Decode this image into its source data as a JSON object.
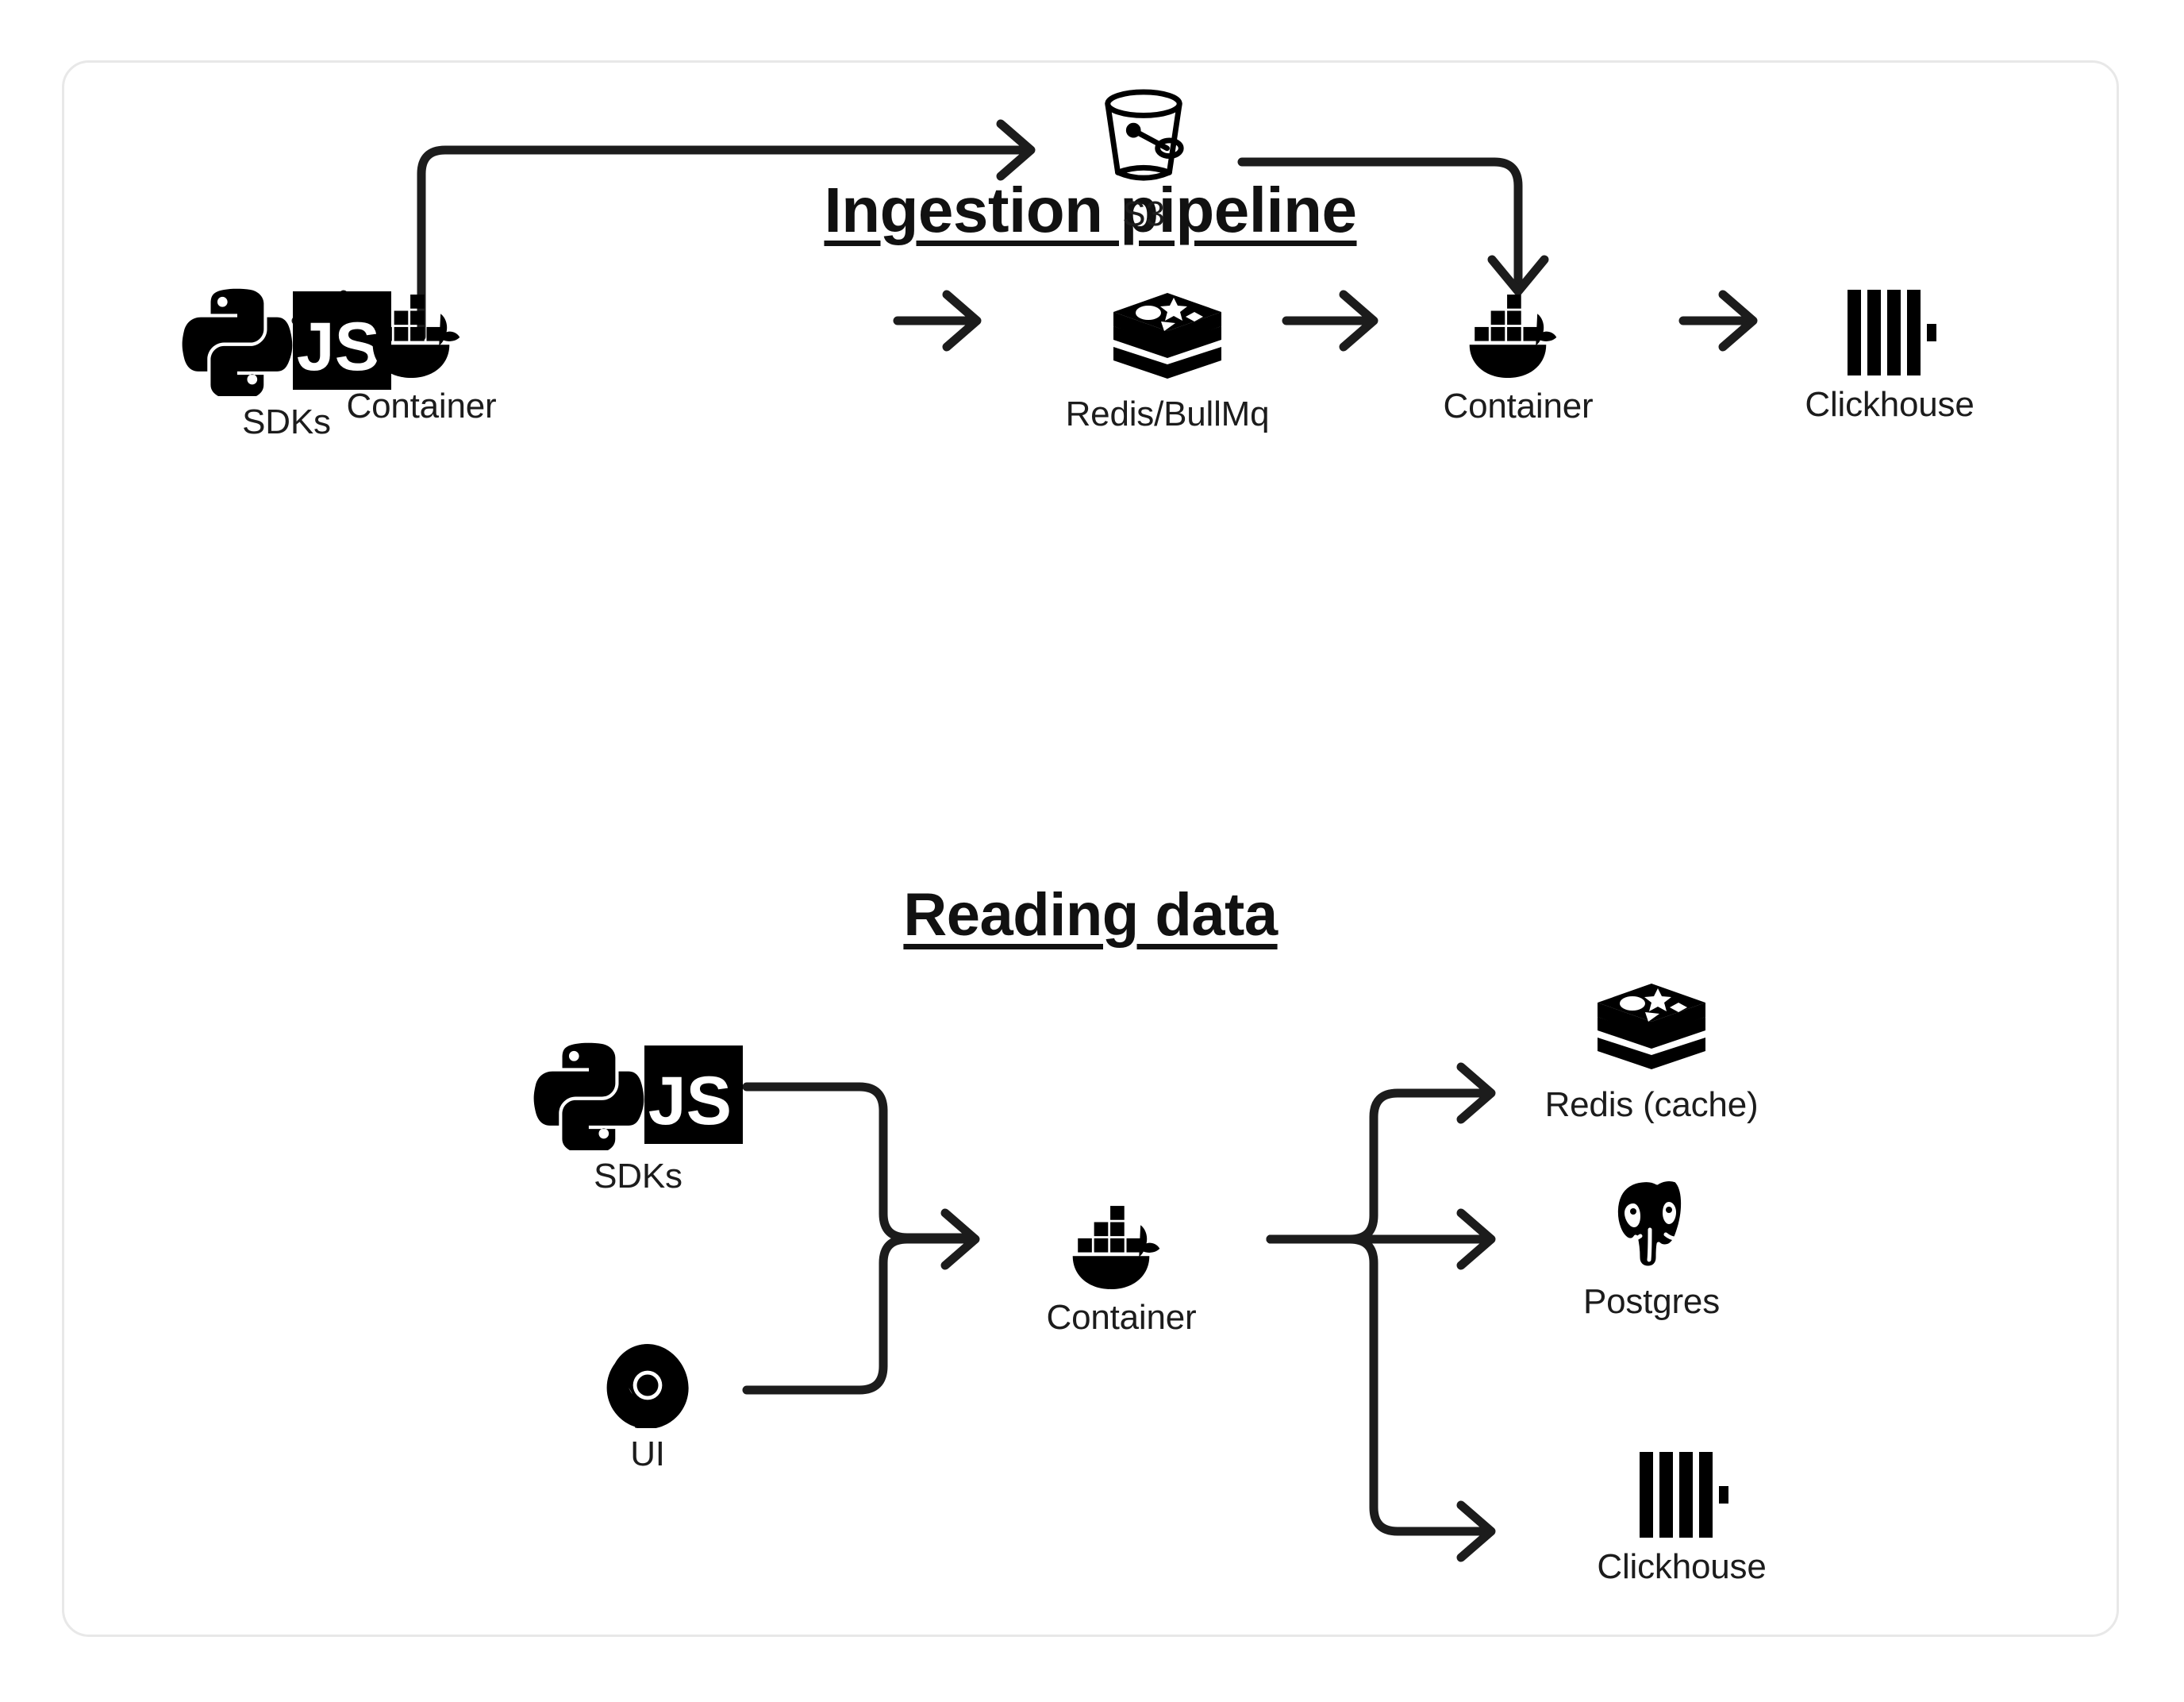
{
  "card": {
    "border_color": "#e8e8e8",
    "background": "#ffffff"
  },
  "sections": [
    {
      "id": "ingestion",
      "title": "Ingestion pipeline",
      "nodes": [
        {
          "key": "sdks",
          "label": "SDKs",
          "icon": "python-js-sdk-icon"
        },
        {
          "key": "container1",
          "label": "Container",
          "icon": "docker-whale-icon"
        },
        {
          "key": "s3",
          "label": "S3",
          "icon": "s3-bucket-icon"
        },
        {
          "key": "redis",
          "label": "Redis/BullMq",
          "icon": "redis-layers-icon"
        },
        {
          "key": "container2",
          "label": "Container",
          "icon": "docker-whale-icon"
        },
        {
          "key": "clickhouse",
          "label": "Clickhouse",
          "icon": "clickhouse-bars-icon"
        }
      ],
      "edges": [
        {
          "from": "sdks",
          "to": "container1",
          "style": "straight-right"
        },
        {
          "from": "container1",
          "to": "s3",
          "style": "up-then-right"
        },
        {
          "from": "container1",
          "to": "redis",
          "style": "straight-right"
        },
        {
          "from": "s3",
          "to": "container2",
          "style": "right-then-down"
        },
        {
          "from": "redis",
          "to": "container2",
          "style": "straight-right"
        },
        {
          "from": "container2",
          "to": "clickhouse",
          "style": "straight-right"
        }
      ]
    },
    {
      "id": "reading",
      "title": "Reading data",
      "nodes": [
        {
          "key": "sdks",
          "label": "SDKs",
          "icon": "python-js-sdk-icon"
        },
        {
          "key": "ui",
          "label": "UI",
          "icon": "chrome-browser-icon"
        },
        {
          "key": "container",
          "label": "Container",
          "icon": "docker-whale-icon"
        },
        {
          "key": "rediscache",
          "label": "Redis (cache)",
          "icon": "redis-layers-icon"
        },
        {
          "key": "postgres",
          "label": "Postgres",
          "icon": "postgres-elephant-icon"
        },
        {
          "key": "clickhouse",
          "label": "Clickhouse",
          "icon": "clickhouse-bars-icon"
        }
      ],
      "edges": [
        {
          "from": "sdks",
          "to": "container",
          "style": "merge-from-top"
        },
        {
          "from": "ui",
          "to": "container",
          "style": "merge-from-bottom"
        },
        {
          "from": "container",
          "to": "rediscache",
          "style": "branch-up"
        },
        {
          "from": "container",
          "to": "postgres",
          "style": "straight-right"
        },
        {
          "from": "container",
          "to": "clickhouse",
          "style": "branch-down"
        }
      ]
    }
  ],
  "icon_text": {
    "js_badge": "JS"
  },
  "colors": {
    "ink": "#1a1a1a",
    "arrow": "#1c1c1c",
    "icon": "#000000",
    "card_border": "#e8e8e8",
    "page_background": "#ffffff"
  }
}
